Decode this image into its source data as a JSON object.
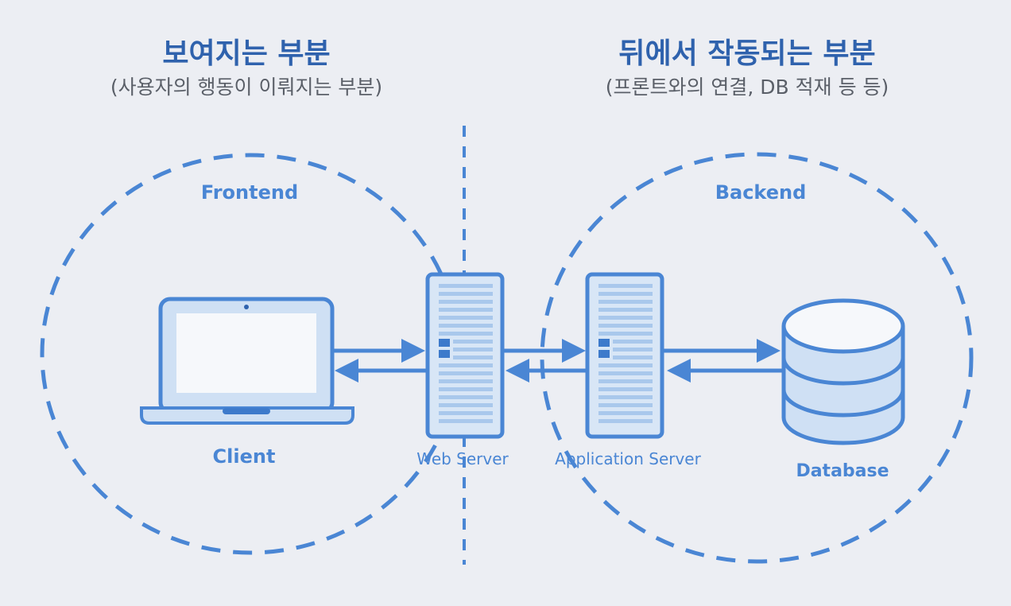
{
  "left_header": {
    "title": "보여지는 부분",
    "subtitle": "(사용자의 행동이 이뤄지는 부분)"
  },
  "right_header": {
    "title": "뒤에서 작동되는 부분",
    "subtitle": "(프론트와의 연결, DB 적재 등 등)"
  },
  "regions": {
    "frontend": "Frontend",
    "backend": "Backend"
  },
  "nodes": {
    "client": "Client",
    "web_server": "Web Server",
    "app_server": "Application Server",
    "database": "Database"
  },
  "colors": {
    "accent": "#4a86d4",
    "title": "#2f62ad",
    "fill": "#cfe0f4",
    "background": "#eceef3"
  }
}
